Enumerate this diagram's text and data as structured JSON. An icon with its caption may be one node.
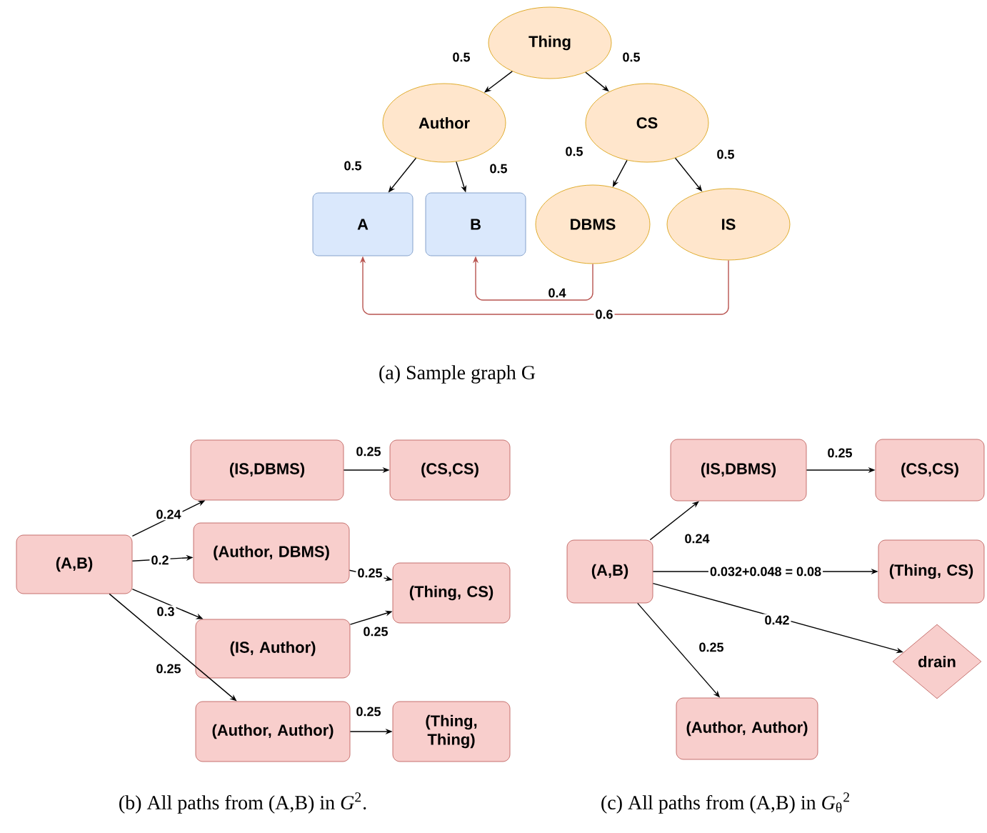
{
  "diagram": {
    "nodes": [
      {
        "text": [
          "Thing"
        ]
      },
      {
        "text": [
          "Author"
        ]
      },
      {
        "text": [
          "CS"
        ]
      },
      {
        "text": [
          "A"
        ]
      },
      {
        "text": [
          "B"
        ]
      },
      {
        "text": [
          "DBMS"
        ]
      },
      {
        "text": [
          "IS"
        ]
      },
      {
        "text": [
          "(A,B)"
        ]
      },
      {
        "text": [
          "(IS,DBMS)"
        ]
      },
      {
        "text": [
          "(CS,CS)"
        ]
      },
      {
        "text": [
          "(Author, DBMS)"
        ]
      },
      {
        "text": [
          "(Thing, CS)"
        ]
      },
      {
        "text": [
          "(IS, Author)"
        ]
      },
      {
        "text": [
          "(Author, Author)"
        ]
      },
      {
        "text": [
          "(Thing, Thing)"
        ]
      },
      {
        "text": [
          "(IS,DBMS)"
        ]
      },
      {
        "text": [
          "(CS,CS)"
        ]
      },
      {
        "text": [
          "(A,B)"
        ]
      },
      {
        "text": [
          "(Thing, CS)"
        ]
      },
      {
        "text": [
          "drain"
        ]
      },
      {
        "text": [
          "(Author, Author)"
        ]
      }
    ],
    "edges": [
      {
        "from": 0,
        "to": 1,
        "arrow": "to",
        "label": "0.5"
      },
      {
        "from": 0,
        "to": 2,
        "arrow": "to",
        "label": "0.5"
      },
      {
        "from": 1,
        "to": 3,
        "arrow": "to",
        "label": "0.5"
      },
      {
        "from": 1,
        "to": 4,
        "arrow": "to",
        "label": "0.5"
      },
      {
        "from": 2,
        "to": 5,
        "arrow": "to",
        "label": "0.5"
      },
      {
        "from": 2,
        "to": 6,
        "arrow": "to",
        "label": "0.5"
      },
      {
        "from": 5,
        "to": 4,
        "arrow": "to",
        "label": "0.4",
        "color": "#b85450"
      },
      {
        "from": 6,
        "to": 3,
        "arrow": "to",
        "label": "0.6",
        "color": "#b85450"
      },
      {
        "from": 7,
        "to": 8,
        "arrow": "to",
        "label": "0.24"
      },
      {
        "from": 7,
        "to": 10,
        "arrow": "to",
        "label": "0.2"
      },
      {
        "from": 7,
        "to": 12,
        "arrow": "to",
        "label": "0.3"
      },
      {
        "from": 7,
        "to": 13,
        "arrow": "to",
        "label": "0.25"
      },
      {
        "from": 8,
        "to": 9,
        "arrow": "to",
        "label": "0.25"
      },
      {
        "from": 10,
        "to": 11,
        "arrow": "to",
        "label": "0.25"
      },
      {
        "from": 12,
        "to": 11,
        "arrow": "to",
        "label": "0.25"
      },
      {
        "from": 13,
        "to": 14,
        "arrow": "to",
        "label": "0.25"
      },
      {
        "from": 17,
        "to": 15,
        "arrow": "to",
        "label": "0.24"
      },
      {
        "from": 15,
        "to": 16,
        "arrow": "to",
        "label": "0.25"
      },
      {
        "from": 17,
        "to": 18,
        "arrow": "to",
        "label": "0.032+0.048 = 0.08"
      },
      {
        "from": 17,
        "to": 19,
        "arrow": "to",
        "label": "0.42"
      },
      {
        "from": 17,
        "to": 20,
        "arrow": "to",
        "label": "0.25"
      }
    ],
    "labels": [
      "(a) Sample graph G",
      "(b) All paths from (A,B) in *G*$^{2}$.",
      "(c) All paths from (A,B) in *G*$_{θ}$$^{2}$"
    ]
  }
}
